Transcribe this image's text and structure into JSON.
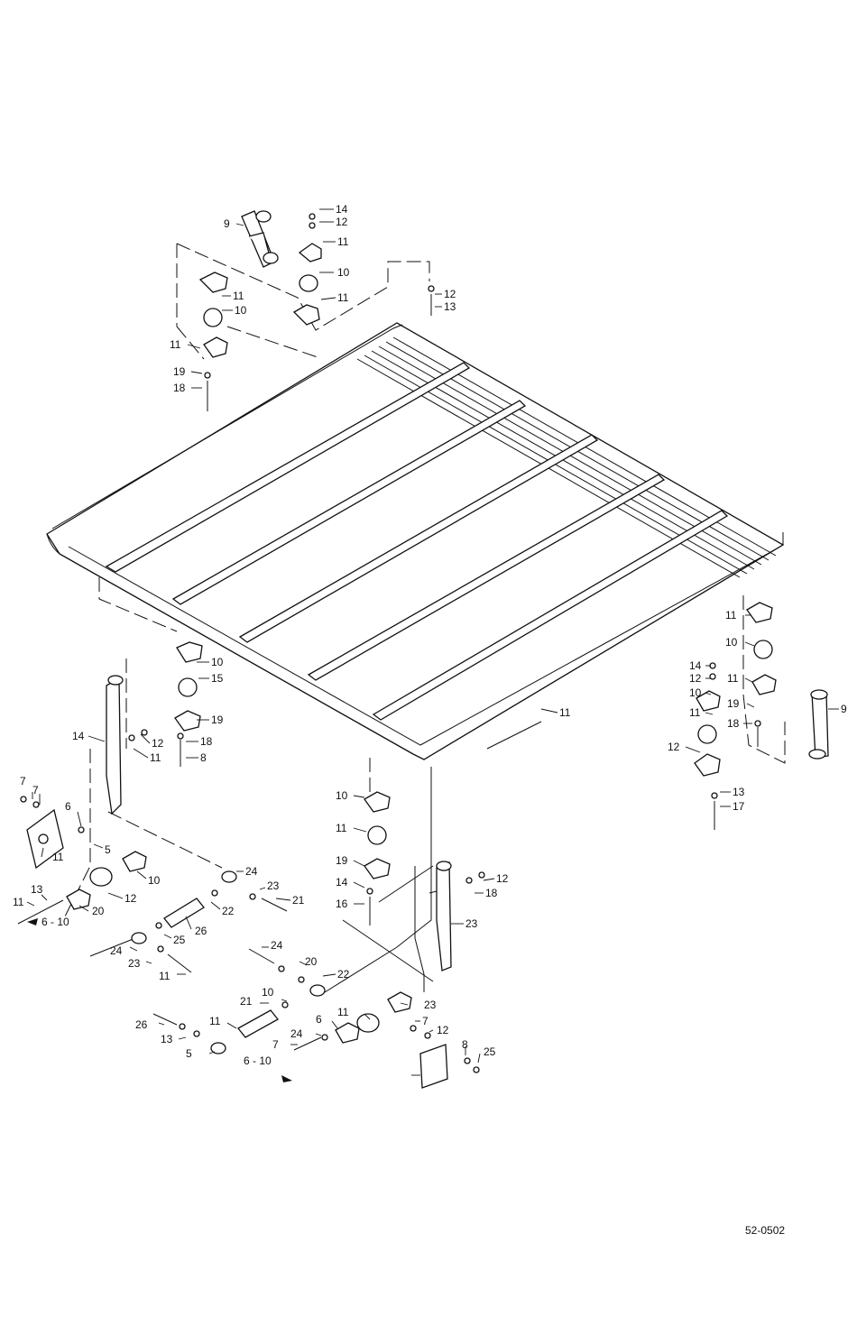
{
  "drawing_code": "52-0502",
  "callouts": [
    {
      "text": "14"
    },
    {
      "text": "12"
    },
    {
      "text": "9"
    },
    {
      "text": "11"
    },
    {
      "text": "10"
    },
    {
      "text": "11"
    },
    {
      "text": "12"
    },
    {
      "text": "13"
    },
    {
      "text": "11"
    },
    {
      "text": "10"
    },
    {
      "text": "11"
    },
    {
      "text": "19"
    },
    {
      "text": "18"
    },
    {
      "text": "11"
    },
    {
      "text": "10"
    },
    {
      "text": "14"
    },
    {
      "text": "12"
    },
    {
      "text": "11"
    },
    {
      "text": "19"
    },
    {
      "text": "9"
    },
    {
      "text": "18"
    },
    {
      "text": "10"
    },
    {
      "text": "11"
    },
    {
      "text": "12"
    },
    {
      "text": "13"
    },
    {
      "text": "17"
    },
    {
      "text": "11"
    },
    {
      "text": "10"
    },
    {
      "text": "15"
    },
    {
      "text": "14"
    },
    {
      "text": "12"
    },
    {
      "text": "11"
    },
    {
      "text": "19"
    },
    {
      "text": "18"
    },
    {
      "text": "8"
    },
    {
      "text": "7"
    },
    {
      "text": "7"
    },
    {
      "text": "6"
    },
    {
      "text": "5"
    },
    {
      "text": "11"
    },
    {
      "text": "10"
    },
    {
      "text": "12"
    },
    {
      "text": "13"
    },
    {
      "text": "11"
    },
    {
      "text": "20"
    },
    {
      "text": "24"
    },
    {
      "text": "23"
    },
    {
      "text": "21"
    },
    {
      "text": "22"
    },
    {
      "text": "26"
    },
    {
      "text": "25"
    },
    {
      "text": "24"
    },
    {
      "text": "23"
    },
    {
      "text": "11"
    },
    {
      "text": "10"
    },
    {
      "text": "11"
    },
    {
      "text": "19"
    },
    {
      "text": "14"
    },
    {
      "text": "12"
    },
    {
      "text": "18"
    },
    {
      "text": "16"
    },
    {
      "text": "23"
    },
    {
      "text": "24"
    },
    {
      "text": "20"
    },
    {
      "text": "22"
    },
    {
      "text": "21"
    },
    {
      "text": "10"
    },
    {
      "text": "11"
    },
    {
      "text": "23"
    },
    {
      "text": "26"
    },
    {
      "text": "11"
    },
    {
      "text": "6"
    },
    {
      "text": "7"
    },
    {
      "text": "12"
    },
    {
      "text": "24"
    },
    {
      "text": "13"
    },
    {
      "text": "7"
    },
    {
      "text": "8"
    },
    {
      "text": "25"
    },
    {
      "text": "5"
    }
  ],
  "refs": [
    {
      "text": "6 - 10"
    },
    {
      "text": "6 - 10"
    }
  ]
}
